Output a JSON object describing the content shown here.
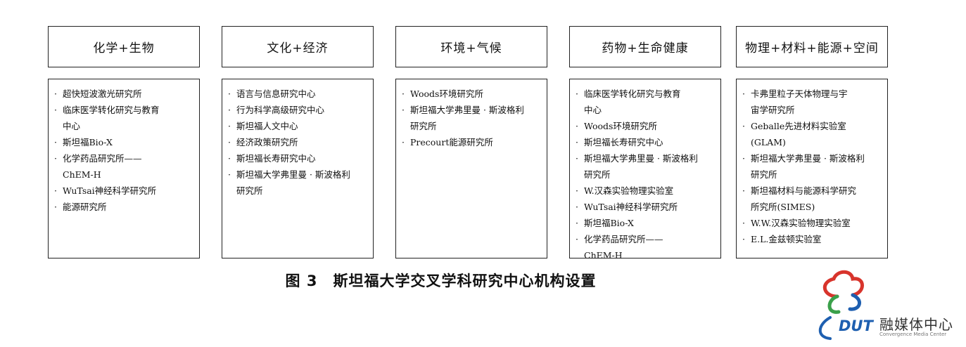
{
  "columns": [
    {
      "header": "化学+生物",
      "items": [
        "超快短波激光研究所",
        "临床医学转化研究与教育\n中心",
        "斯坦福Bio-X",
        "化学药品研究所——\nChEM-H",
        "WuTsai神经科学研究所",
        "能源研究所"
      ]
    },
    {
      "header": "文化+经济",
      "items": [
        "语言与信息研究中心",
        "行为科学高级研究中心",
        "斯坦福人文中心",
        "经济政策研究所",
        "斯坦福长寿研究中心",
        "斯坦福大学弗里曼 · 斯波格利\n研究所"
      ]
    },
    {
      "header": "环境+气候",
      "items": [
        "Woods环境研究所",
        "斯坦福大学弗里曼 · 斯波格利\n研究所",
        "Precourt能源研究所"
      ]
    },
    {
      "header": "药物+生命健康",
      "items": [
        "临床医学转化研究与教育\n中心",
        "Woods环境研究所",
        "斯坦福长寿研究中心",
        "斯坦福大学弗里曼 · 斯波格利\n研究所",
        "W.汉森实验物理实验室",
        "WuTsai神经科学研究所",
        "斯坦福Bio-X",
        "化学药品研究所——\nChEM-H"
      ]
    },
    {
      "header": "物理+材料+能源+空间",
      "items": [
        "卡弗里粒子天体物理与宇\n宙学研究所",
        "Geballe先进材料实验室\n(GLAM)",
        "斯坦福大学弗里曼 · 斯波格利\n研究所",
        "斯坦福材料与能源科学研究\n所究所(SIMES)",
        "W.W.汉森实验物理实验室",
        "E.L.金兹顿实验室"
      ]
    }
  ],
  "caption": "图 3　斯坦福大学交叉学科研究中心机构设置",
  "watermark": {
    "logo_text": "DUT",
    "name": "融媒体中心",
    "sub": "Convergence Media Center",
    "icon": "clover-logo-icon",
    "colors": {
      "blue": "#1e5fb0",
      "red": "#d8342c",
      "green": "#3aa04a"
    }
  }
}
